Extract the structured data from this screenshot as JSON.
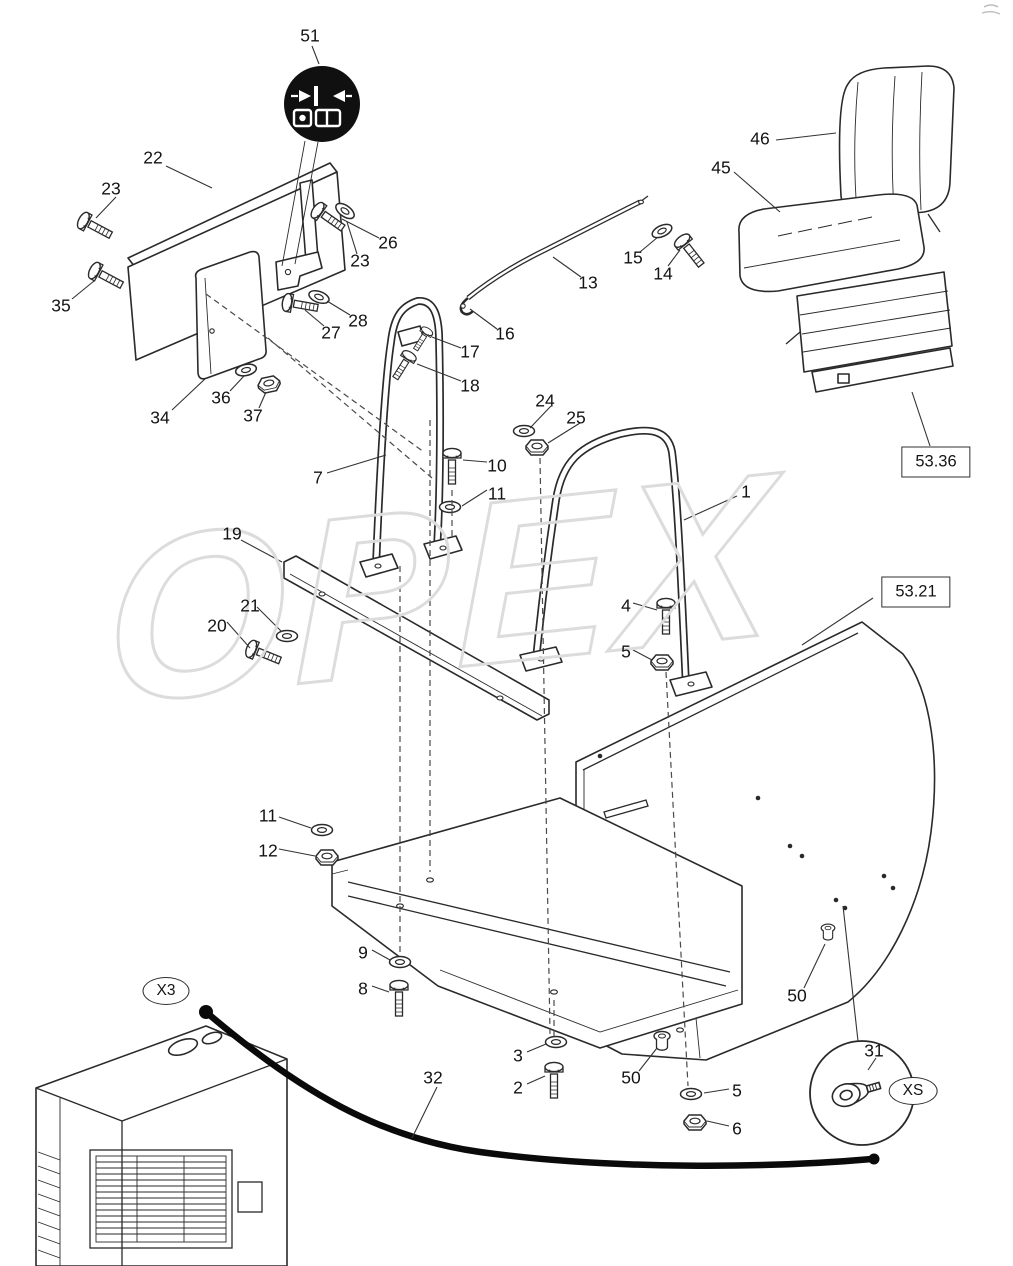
{
  "watermark": {
    "text": "OPEX"
  },
  "colors": {
    "line": "#2a2a2a",
    "watermark": "#dcdcdc",
    "icon_bg": "#101010",
    "cable": "#0a0a0a"
  },
  "icons": {
    "belt": "seatbelt-buckle-icon"
  },
  "labels": {
    "n51": "51",
    "n22": "22",
    "n23a": "23",
    "n35": "35",
    "n34": "34",
    "n36": "36",
    "n37": "37",
    "n26": "26",
    "n23b": "23",
    "n27": "27",
    "n28": "28",
    "n13": "13",
    "n16": "16",
    "n17": "17",
    "n18": "18",
    "n15": "15",
    "n14": "14",
    "n45": "45",
    "n46": "46",
    "n24": "24",
    "n25": "25",
    "n10": "10",
    "n11a": "11",
    "n7": "7",
    "n1": "1",
    "n19": "19",
    "n21": "21",
    "n20": "20",
    "n4": "4",
    "n5a": "5",
    "n11b": "11",
    "n12": "12",
    "n9": "9",
    "n8": "8",
    "n3": "3",
    "n2": "2",
    "n32": "32",
    "n50a": "50",
    "n50b": "50",
    "n31": "31",
    "n5b": "5",
    "n6": "6"
  },
  "ref_boxes": {
    "seat_ref": "53.36",
    "base_ref": "53.21"
  },
  "connector_tags": {
    "x3": "X3",
    "xs": "XS"
  }
}
